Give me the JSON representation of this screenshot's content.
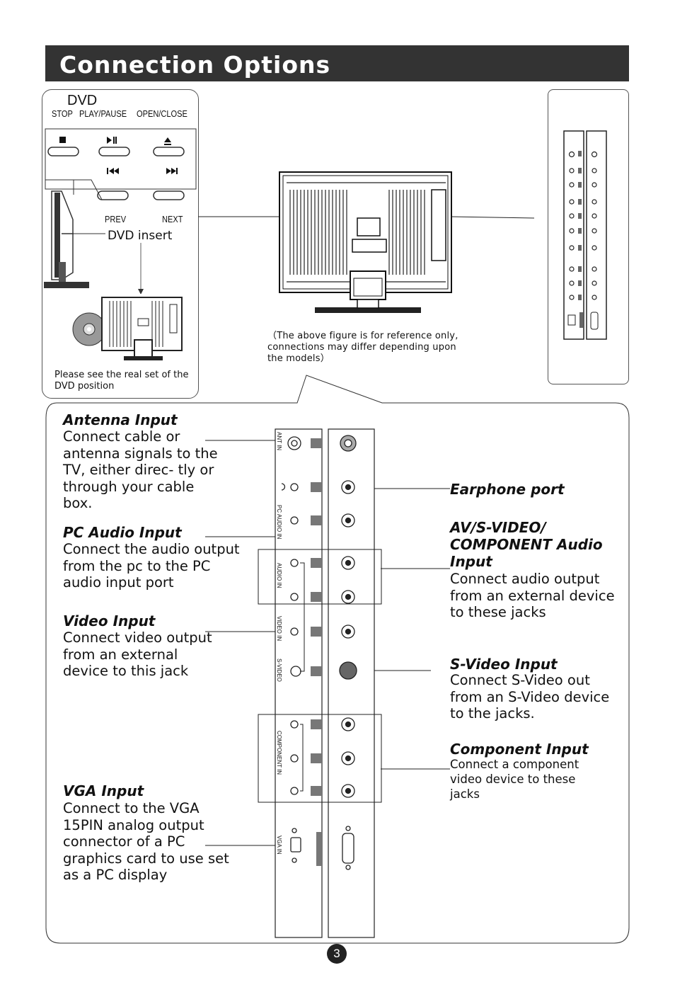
{
  "header": {
    "title": "Connection Options"
  },
  "dvd_panel": {
    "title": "DVD",
    "labels": {
      "stop": "STOP",
      "play_pause": "PLAY/PAUSE",
      "open_close": "OPEN/CLOSE",
      "prev": "PREV",
      "next": "NEXT"
    },
    "insert_label": "DVD insert",
    "note": "Please see the real set of the DVD position"
  },
  "reference_note": "（The above figure is for reference only, connections may differ depending upon the models）",
  "sections": {
    "antenna": {
      "title": "Antenna Input",
      "text": "Connect cable or antenna signals to the TV, either direc- tly or through your cable box."
    },
    "pc_audio": {
      "title": "PC Audio Input",
      "text": "Connect the audio output from the pc to the PC audio input port"
    },
    "video": {
      "title": "Video Input",
      "text": "Connect video output from an external device to this jack"
    },
    "vga": {
      "title": "VGA  Input",
      "text": "Connect to the VGA 15PIN analog output connector of a PC graphics card to use set as a PC display"
    },
    "earphone": {
      "title": "Earphone port"
    },
    "av_audio": {
      "title": "AV/S-VIDEO/ COMPONENT Audio Input",
      "text": "Connect audio output from an external device to these jacks"
    },
    "svideo": {
      "title": "S-Video Input",
      "text": "Connect S-Video out from an S-Video device to the jacks."
    },
    "component": {
      "title": "Component Input",
      "text": "Connect a component video device to these jacks"
    }
  },
  "panel_labels": {
    "ant_in": "ANT IN",
    "pc_audio_in": "PC AUDIO IN",
    "audio_in": "AUDIO IN",
    "video_in": "VIDEO IN",
    "s_video": "S-VIDEO",
    "component_in": "COMPONENT IN",
    "vga_in": "VGA IN"
  },
  "page_number": "3"
}
